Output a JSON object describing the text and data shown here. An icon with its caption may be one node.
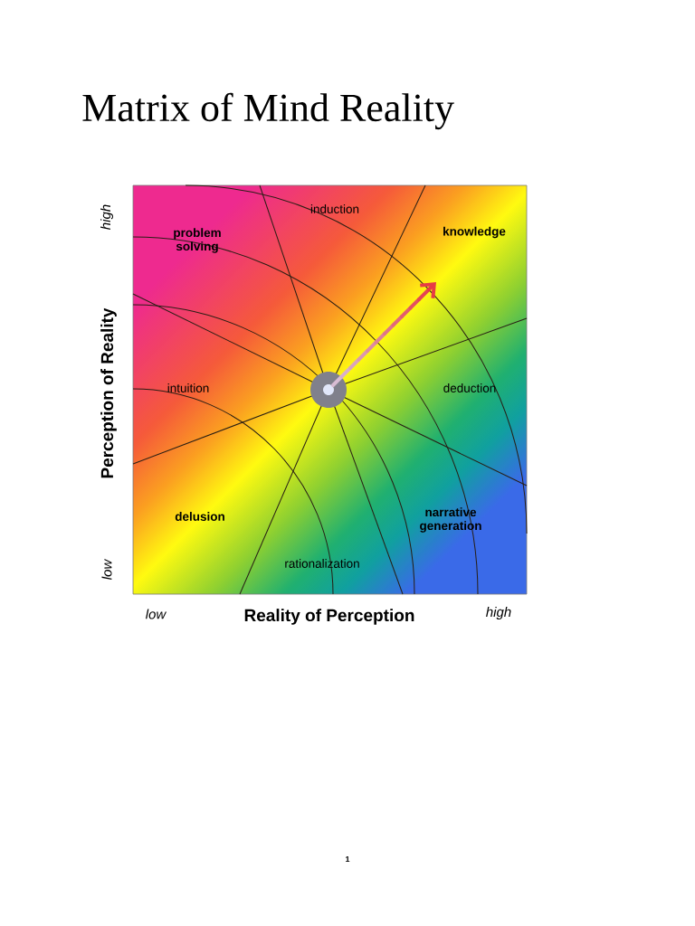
{
  "diagram": {
    "title": "Matrix of Mind Reality",
    "labels": [
      "high",
      "problem solving",
      "induction",
      "knowledge",
      "Perception of Reality",
      "intuition",
      "deduction",
      "delusion",
      "narrative generation",
      "low",
      "rationalization",
      "low",
      "Reality of Perception",
      "high",
      "1"
    ]
  }
}
